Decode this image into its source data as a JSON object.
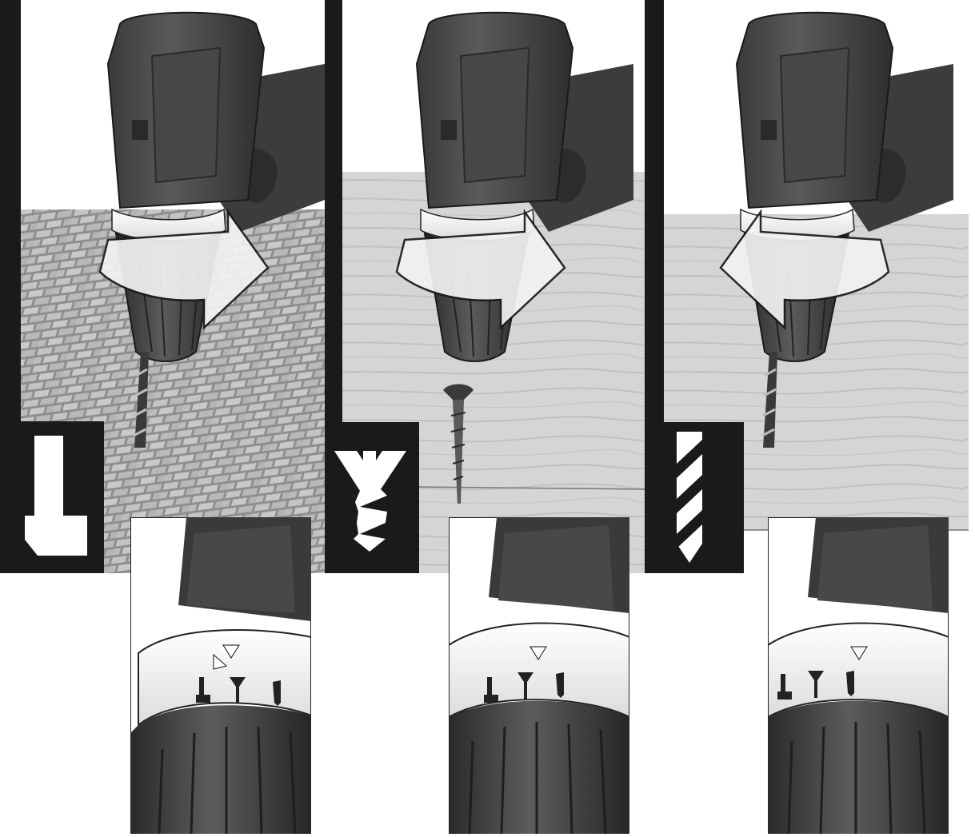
{
  "figure": {
    "panels": [
      {
        "mode": "hammer-drill",
        "surface": "brick-wall",
        "rotation": "clockwise",
        "mode_icon": "hammer-icon"
      },
      {
        "mode": "screwdriving",
        "surface": "wood",
        "rotation": "clockwise",
        "mode_icon": "screw-icon"
      },
      {
        "mode": "drilling",
        "surface": "wood",
        "rotation": "counter-clockwise",
        "mode_icon": "drill-bit-icon"
      }
    ],
    "insets": [
      {
        "selected_mode": "hammer-drill"
      },
      {
        "selected_mode": "screwdriving"
      },
      {
        "selected_mode": "drilling"
      }
    ],
    "colors": {
      "frame": "#1a1a1a",
      "drill_body": "#4a4a4a",
      "collar": "#f2f2f2",
      "brick": "#a8a8a8",
      "wood": "#d6d6d6"
    }
  }
}
